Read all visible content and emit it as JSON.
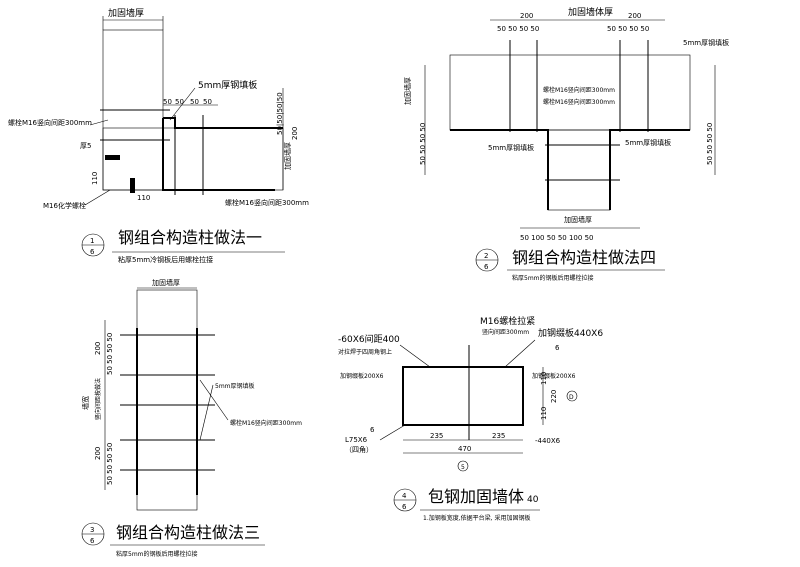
{
  "detail1": {
    "title": "钢组合构造柱做法一",
    "subtitle": "粘厚5mm冷钢板后用螺栓拉接",
    "index_num": "1",
    "index_sheet": "6",
    "label_wall_top": "加固墙厚",
    "label_plate": "5mm厚钢填板",
    "label_bolt_left": "螺栓M16竖向间距300mm",
    "label_bolt_bottom": "螺栓M16竖向间距300mm",
    "label_thick": "厚5",
    "label_chem": "M16化学螺栓",
    "label_wall_right": "加固墙厚",
    "dims_top": [
      "50",
      "50",
      "50",
      "50"
    ],
    "dim_200": "200",
    "dims_right": [
      "50",
      "50",
      "50",
      "50"
    ],
    "dim_110_v": "110",
    "dim_110_h": "110"
  },
  "detail2": {
    "title": "钢组合构造柱做法四",
    "subtitle": "粘厚5mm的钢板后用螺栓拉接",
    "index_num": "2",
    "index_sheet": "6",
    "label_top": "加固墙体厚",
    "label_plate_top": "5mm厚钢填板",
    "label_bolt_a": "螺栓M16竖向间距300mm",
    "label_bolt_b": "螺栓M16竖向间距300mm",
    "label_plate_left": "5mm厚钢填板",
    "label_plate_right": "5mm厚钢填板",
    "label_wall_left": "加固墙厚",
    "label_wall_bottom": "加固墙厚",
    "dims_top_left": [
      "50",
      "50",
      "50",
      "50"
    ],
    "dims_top_right": [
      "50",
      "50",
      "50",
      "50"
    ],
    "dim_200_left": "200",
    "dim_200_right": "200",
    "dims_left": [
      "50",
      "50",
      "50",
      "50"
    ],
    "dims_right": [
      "50",
      "50",
      "50",
      "50"
    ],
    "dims_bottom": [
      "50",
      "100",
      "50",
      "50",
      "100",
      "50"
    ]
  },
  "detail3": {
    "title": "钢组合构造柱做法三",
    "subtitle": "粘厚5mm的钢板后用螺栓拉接",
    "index_num": "3",
    "index_sheet": "6",
    "label_top": "加固墙厚",
    "label_plate": "5mm厚钢填板",
    "label_bolt": "螺栓M16竖向间距300mm",
    "label_wall_side": "墙宽",
    "label_vert": "竖向间距按做法",
    "dim_200_top": "200",
    "dim_200_bottom": "200",
    "dims_side_top": [
      "50",
      "50",
      "50",
      "50"
    ],
    "dims_side_bottom": [
      "50",
      "50",
      "50",
      "50"
    ]
  },
  "detail4": {
    "title": "包钢加固墙体",
    "subtitle": "1.加钢板宽度,依据平台梁, 采用加固钢板",
    "index_num": "4",
    "index_sheet": "6",
    "title_suffix": "40",
    "label_angle_top": "-60X6间距400",
    "label_angle_top_note": "对拉焊于四周角钢上",
    "label_bolt": "M16螺栓拉紧",
    "label_bolt_note": "竖向间距300mm",
    "label_plate_right": "加钢缀板440X6",
    "label_six_right": "6",
    "label_left_plate": "加钢缀板200X6",
    "label_right_plate": "加钢缀板200X6",
    "label_six_left": "6",
    "label_angle": "L75X6",
    "label_corner": "（四角）",
    "label_bottom_plate": "-440X6",
    "dim_235_left": "235",
    "dim_235_right": "235",
    "dim_470": "470",
    "dim_110_top": "110",
    "dim_220": "220",
    "dim_110_bot": "110",
    "axis_bottom": "5",
    "axis_right": "D"
  }
}
